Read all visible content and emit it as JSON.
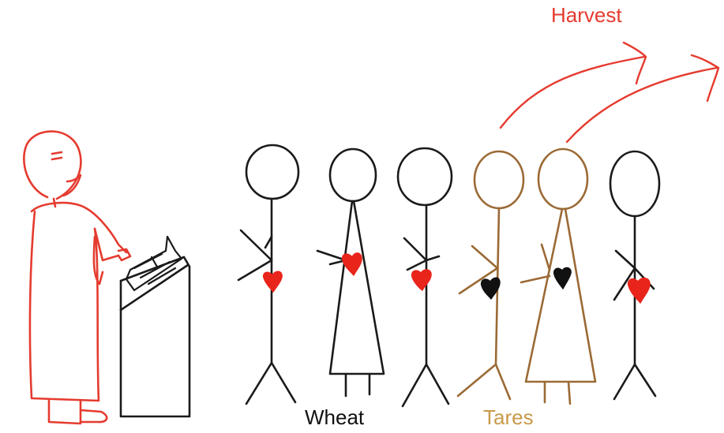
{
  "labels": {
    "harvest": "Harvest",
    "wheat": "Wheat",
    "tares": "Tares"
  },
  "colors": {
    "preacher": "#e53b2f",
    "wheat": "#1a1a1a",
    "tares": "#9b6a35",
    "heart_good": "#e8241b",
    "heart_bad": "#111111",
    "harvest": "#e53b2f"
  },
  "icons": {
    "preacher": "preacher-figure-icon",
    "pulpit": "pulpit-icon",
    "book": "open-book-icon",
    "person": "stick-figure-icon",
    "heart": "heart-icon",
    "arrow": "harvest-arrow-icon"
  }
}
